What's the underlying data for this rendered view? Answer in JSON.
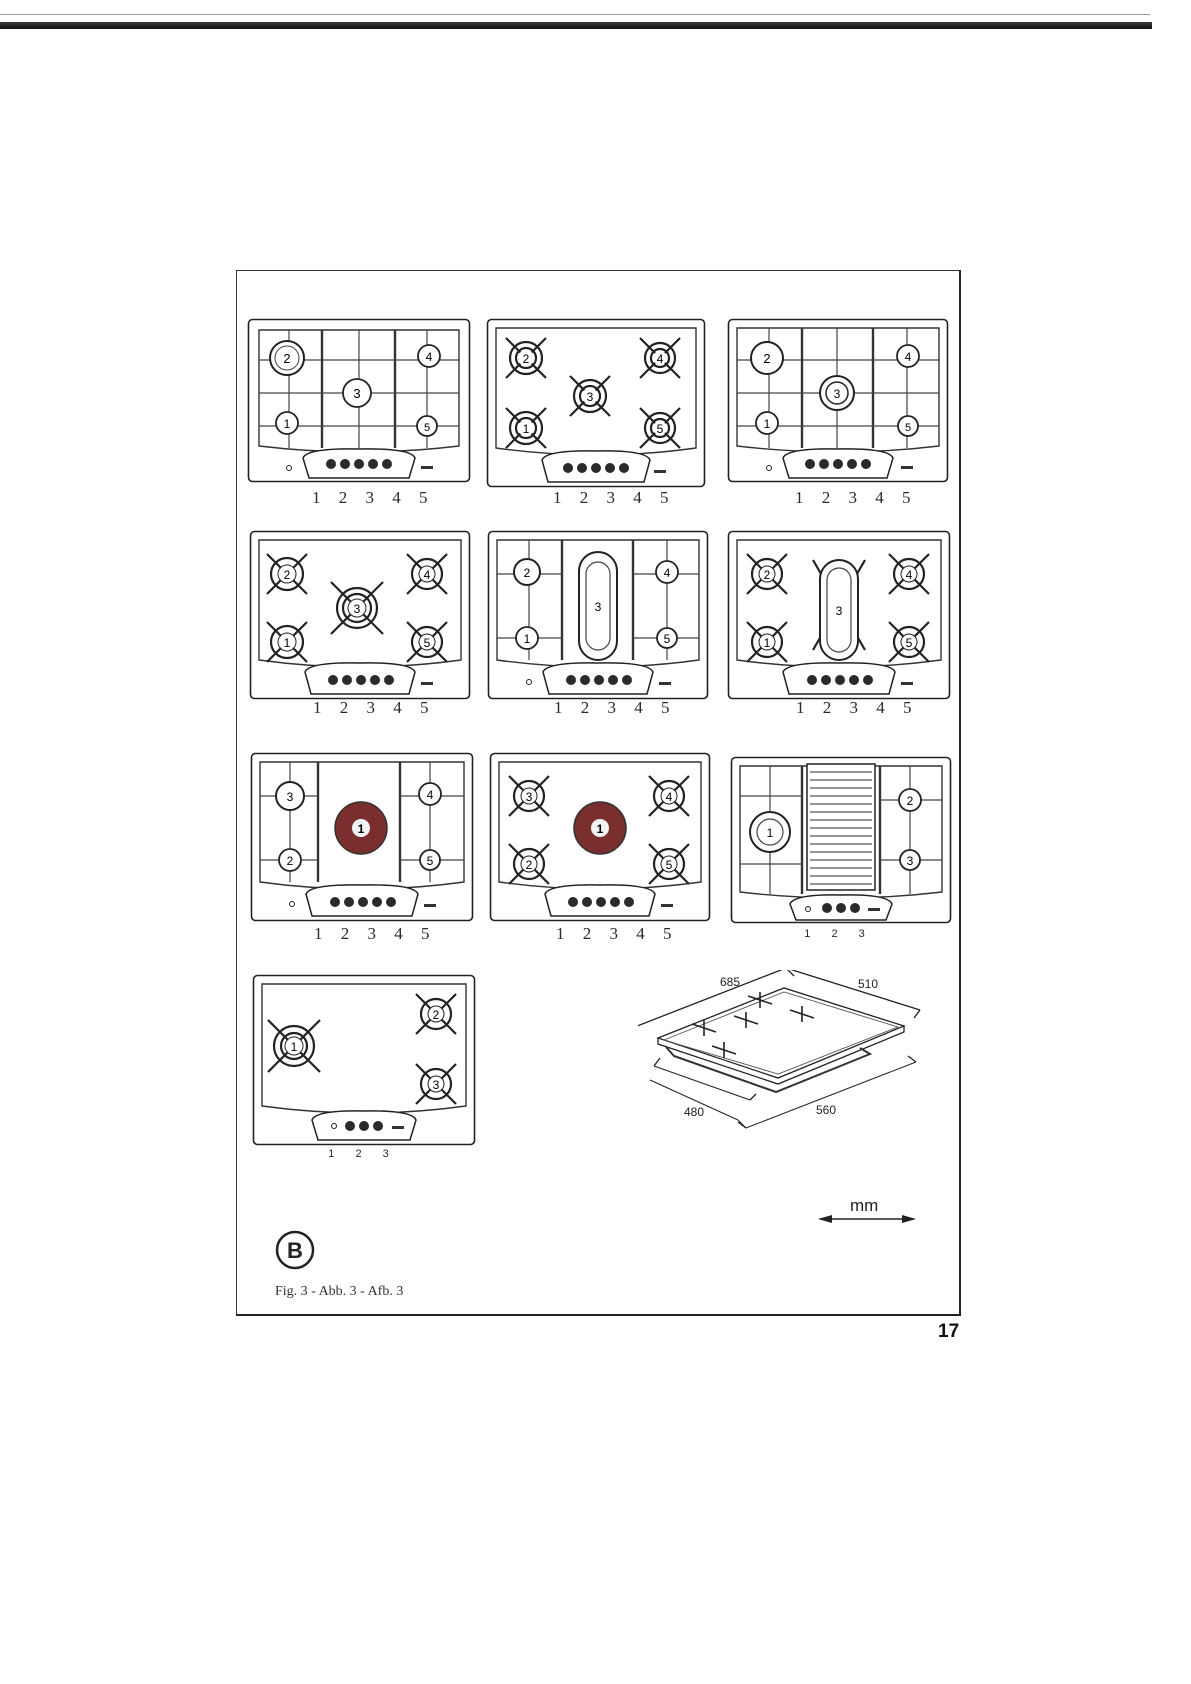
{
  "figure": {
    "caption": "Fig. 3 - Abb. 3 - Afb. 3",
    "label": "B",
    "page_number": "17"
  },
  "hobs": [
    {
      "burners": [
        "2",
        "3",
        "4",
        "1",
        "5"
      ],
      "controls": "1 2 3 4 5"
    },
    {
      "burners": [
        "2",
        "3",
        "4",
        "1",
        "5"
      ],
      "controls": "1 2 3 4 5"
    },
    {
      "burners": [
        "2",
        "3",
        "4",
        "1",
        "5"
      ],
      "controls": "1 2 3 4 5"
    },
    {
      "burners": [
        "2",
        "3",
        "4",
        "1",
        "5"
      ],
      "controls": "1 2 3 4 5"
    },
    {
      "burners": [
        "2",
        "3",
        "4",
        "1",
        "5"
      ],
      "controls": "1 2 3 4 5"
    },
    {
      "burners": [
        "2",
        "3",
        "4",
        "1",
        "5"
      ],
      "controls": "1 2 3 4 5"
    },
    {
      "burners": [
        "3",
        "1",
        "4",
        "2",
        "5"
      ],
      "controls": "1 2 3 4 5"
    },
    {
      "burners": [
        "3",
        "1",
        "4",
        "2",
        "5"
      ],
      "controls": "1 2 3 4 5"
    },
    {
      "burners": [
        "1",
        "2",
        "3"
      ],
      "controls": "1 2 3"
    },
    {
      "burners": [
        "1",
        "2",
        "3"
      ],
      "controls": "1 2 3"
    }
  ],
  "dimensions": {
    "width": "685",
    "depth": "510",
    "cutout_depth": "480",
    "cutout_width": "560",
    "unit": "mm"
  }
}
